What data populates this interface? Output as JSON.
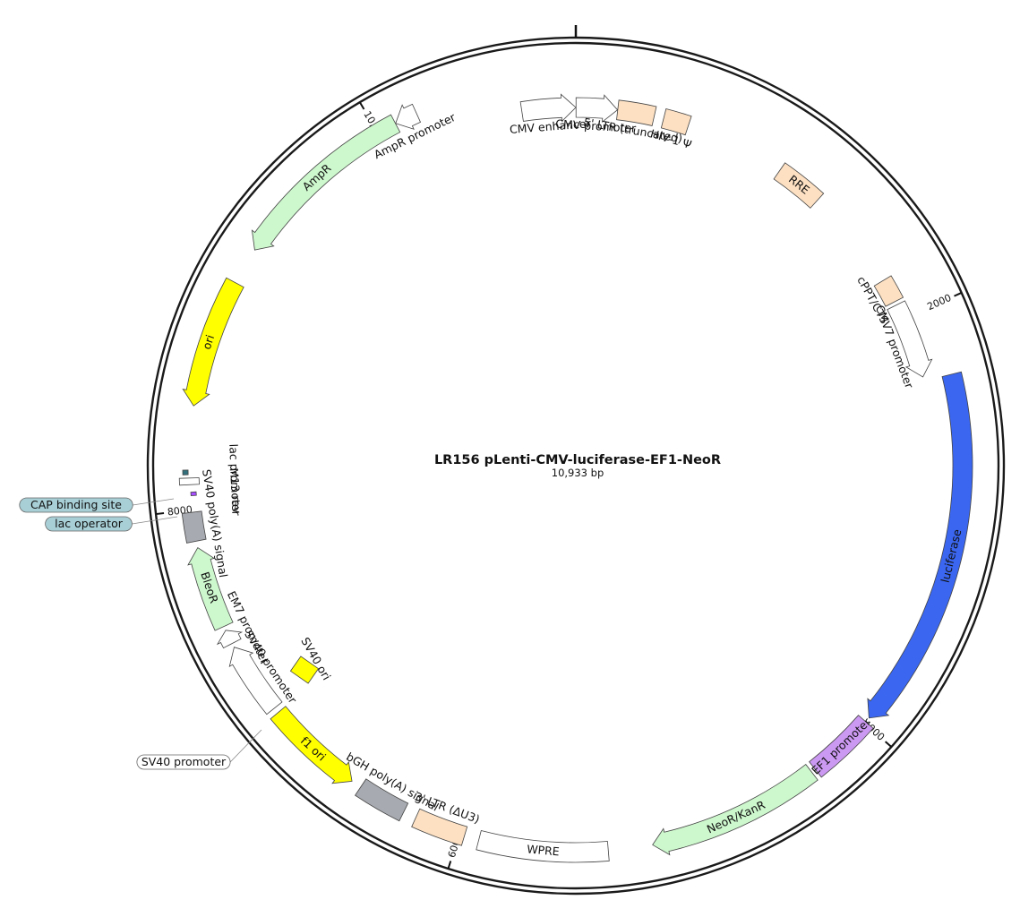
{
  "plasmid": {
    "name": "LR156 pLenti-CMV-luciferase-EF1-NeoR",
    "size_label": "10,933 bp",
    "length": 10933
  },
  "ticks": [
    {
      "pos": 0,
      "label": ""
    },
    {
      "pos": 2000,
      "label": "2000"
    },
    {
      "pos": 4000,
      "label": "4000"
    },
    {
      "pos": 6000,
      "label": "6000"
    },
    {
      "pos": 8000,
      "label": "8000"
    },
    {
      "pos": 10000,
      "label": "10,000"
    }
  ],
  "colors": {
    "backbone": "#1a1a1a",
    "promoter": "#ffffff",
    "ltr": "#fde0c2",
    "luciferase": "#3a66f0",
    "ef1": "#cc99f2",
    "resistance": "#cdf7cd",
    "ori": "#ffff00",
    "polya": "#a7aab0",
    "cap": "#33707d",
    "lacop": "#a64dff",
    "callout_fill": "#a8cfd6"
  },
  "features": [
    {
      "id": "cmv-enhancer",
      "name": "CMV enhancer",
      "start": 10670,
      "end": 10933,
      "dir": 1,
      "ring": 1,
      "type": "promoter"
    },
    {
      "id": "cmv-promoter",
      "name": "CMV promoter",
      "start": 1,
      "end": 203,
      "dir": 1,
      "ring": 1,
      "type": "promoter"
    },
    {
      "id": "ltr5",
      "name": "5' LTR (truncated)",
      "start": 204,
      "end": 384,
      "dir": 0,
      "ring": 1,
      "type": "ltr"
    },
    {
      "id": "hiv-psi",
      "name": "HIV-1 Ψ",
      "start": 431,
      "end": 556,
      "dir": 0,
      "ring": 1,
      "type": "ltr"
    },
    {
      "id": "rre",
      "name": "RRE",
      "start": 1052,
      "end": 1285,
      "dir": 0,
      "ring": 1,
      "type": "ltr"
    },
    {
      "id": "cppt",
      "name": "cPPT/CTS",
      "start": 1790,
      "end": 1907,
      "dir": 0,
      "ring": 1,
      "type": "ltr"
    },
    {
      "id": "cmv7",
      "name": "CMV7 promoter",
      "start": 1925,
      "end": 2298,
      "dir": 1,
      "ring": 1,
      "type": "promoter"
    },
    {
      "id": "luciferase",
      "name": "luciferase",
      "start": 2318,
      "end": 3970,
      "dir": 1,
      "ring": 0,
      "type": "luciferase"
    },
    {
      "id": "ef1",
      "name": "EF1 promoter",
      "start": 3992,
      "end": 4305,
      "dir": 0,
      "ring": 0,
      "type": "ef1"
    },
    {
      "id": "neor",
      "name": "NeoR/KanR",
      "start": 4325,
      "end": 5119,
      "dir": 1,
      "ring": 0,
      "type": "resistance"
    },
    {
      "id": "wpre",
      "name": "WPRE",
      "start": 5320,
      "end": 5908,
      "dir": 0,
      "ring": 0,
      "type": "promoter"
    },
    {
      "id": "ltr3",
      "name": "3' LTR (ΔU3)",
      "start": 5975,
      "end": 6209,
      "dir": 0,
      "ring": 0,
      "type": "ltr"
    },
    {
      "id": "bgh",
      "name": "bGH poly(A) signal",
      "start": 6269,
      "end": 6493,
      "dir": 0,
      "ring": 0,
      "type": "polya"
    },
    {
      "id": "f1ori",
      "name": "f1 ori",
      "start": 6540,
      "end": 6995,
      "dir": -1,
      "ring": 0,
      "type": "ori"
    },
    {
      "id": "sv40prom",
      "name": "SV40 promoter",
      "start": 7021,
      "end": 7350,
      "dir": 1,
      "ring": 0,
      "type": "promoter"
    },
    {
      "id": "em7",
      "name": "EM7 promoter",
      "start": 7369,
      "end": 7435,
      "dir": 1,
      "ring": 0,
      "type": "promoter"
    },
    {
      "id": "bleor",
      "name": "BleoR",
      "start": 7454,
      "end": 7828,
      "dir": 1,
      "ring": 0,
      "type": "resistance"
    },
    {
      "id": "sv40pa",
      "name": "SV40 poly(A) signal",
      "start": 7858,
      "end": 7989,
      "dir": 0,
      "ring": 0,
      "type": "polya"
    },
    {
      "id": "m13",
      "name": "M13 rev",
      "start": 8064,
      "end": 8080,
      "dir": 0,
      "ring": 0,
      "type": "lacop"
    },
    {
      "id": "lacprom",
      "name": "lac promoter",
      "start": 8114,
      "end": 8144,
      "dir": 0,
      "ring": 0,
      "type": "promoter"
    },
    {
      "id": "cap",
      "name": "CAP binding site",
      "start": 8159,
      "end": 8180,
      "dir": 0,
      "ring": 0,
      "type": "cap"
    },
    {
      "id": "ori",
      "name": "ori",
      "start": 8470,
      "end": 9058,
      "dir": -1,
      "ring": 0,
      "type": "ori"
    },
    {
      "id": "ampr",
      "name": "AmpR",
      "start": 9229,
      "end": 10089,
      "dir": -1,
      "ring": 0,
      "type": "resistance"
    },
    {
      "id": "ampr-prom",
      "name": "AmpR promoter",
      "start": 10090,
      "end": 10194,
      "dir": -1,
      "ring": 0,
      "type": "promoter"
    }
  ],
  "sv40_ori": {
    "name": "SV40 ori",
    "color": "#ffff00"
  },
  "callouts": [
    {
      "id": "cap-callout",
      "label": "CAP binding site"
    },
    {
      "id": "lacop-callout",
      "label": "lac operator"
    },
    {
      "id": "sv40prom-callout",
      "label": "SV40 promoter"
    }
  ]
}
